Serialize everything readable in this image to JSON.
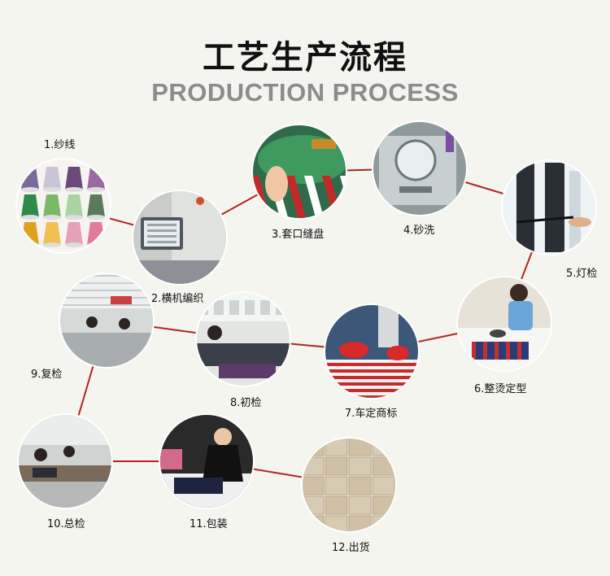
{
  "title": "工艺生产流程",
  "subtitle": "PRODUCTION PROCESS",
  "colors": {
    "background": "#f3f5ee",
    "connector": "#b22424",
    "title": "#111111",
    "subtitle": "#8c8c8c"
  },
  "steps": [
    {
      "label": "1.纱线",
      "photo": "yarn-cones"
    },
    {
      "label": "2.横机编织",
      "photo": "knitting-machine"
    },
    {
      "label": "3.套口缝盘",
      "photo": "linking-machine"
    },
    {
      "label": "4.砂洗",
      "photo": "washing-machine"
    },
    {
      "label": "5.灯检",
      "photo": "light-inspection"
    },
    {
      "label": "6.整烫定型",
      "photo": "ironing"
    },
    {
      "label": "7.车定商标",
      "photo": "sewing-label"
    },
    {
      "label": "8.初检",
      "photo": "initial-inspection"
    },
    {
      "label": "9.复检",
      "photo": "re-inspection"
    },
    {
      "label": "10.总检",
      "photo": "final-inspection"
    },
    {
      "label": "11.包装",
      "photo": "packing"
    },
    {
      "label": "12.出货",
      "photo": "shipping-boxes"
    }
  ]
}
